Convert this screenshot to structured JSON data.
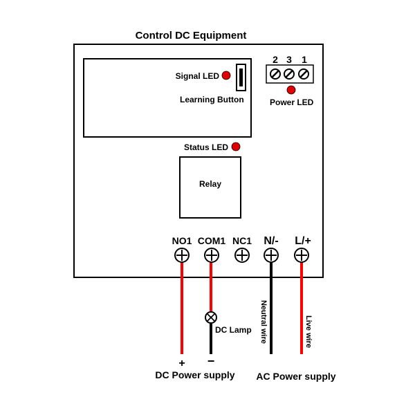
{
  "title": "Control DC Equipment",
  "labels": {
    "signal_led": "Signal LED",
    "learning_button": "Learning Button",
    "power_led": "Power LED",
    "status_led": "Status LED",
    "relay": "Relay",
    "dc_lamp": "DC Lamp",
    "neutral_wire": "Neutral wire",
    "live_wire": "Live wire",
    "plus": "+",
    "minus": "−",
    "dc_power_supply": "DC Power supply",
    "ac_power_supply": "AC Power supply"
  },
  "top_terminals": [
    "2",
    "3",
    "1"
  ],
  "bottom_terminals": [
    "NO1",
    "COM1",
    "NC1",
    "N/-",
    "L/+"
  ],
  "colors": {
    "led": "#e00000",
    "red_wire": "#ff0000",
    "black_wire": "#000000"
  }
}
